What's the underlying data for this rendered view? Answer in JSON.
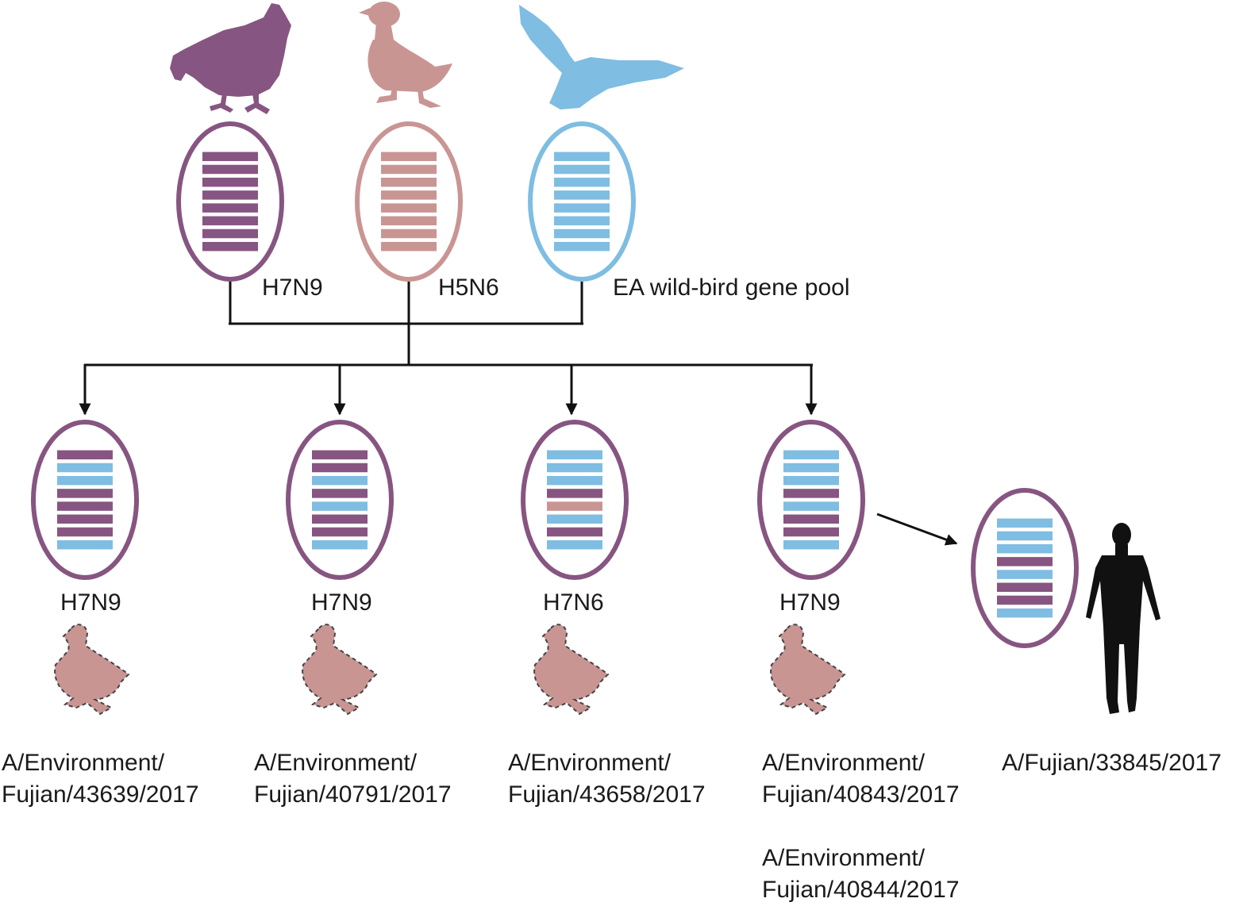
{
  "colors": {
    "chicken": "#875581",
    "duck": "#c99593",
    "wildbird": "#7fbde2",
    "human": "#111111",
    "line": "#111111"
  },
  "sources": [
    {
      "id": "chicken",
      "animal_icon": "chicken-icon",
      "label": "H7N9",
      "segments": [
        "chicken",
        "chicken",
        "chicken",
        "chicken",
        "chicken",
        "chicken",
        "chicken",
        "chicken"
      ]
    },
    {
      "id": "duck",
      "animal_icon": "duck-icon",
      "label": "H5N6",
      "segments": [
        "duck",
        "duck",
        "duck",
        "duck",
        "duck",
        "duck",
        "duck",
        "duck"
      ]
    },
    {
      "id": "wildbird",
      "animal_icon": "wild-bird-icon",
      "label": "EA wild-bird gene pool",
      "segments": [
        "wildbird",
        "wildbird",
        "wildbird",
        "wildbird",
        "wildbird",
        "wildbird",
        "wildbird",
        "wildbird"
      ]
    }
  ],
  "reassortants": [
    {
      "label": "H7N9",
      "segments": [
        "chicken",
        "wildbird",
        "wildbird",
        "chicken",
        "chicken",
        "chicken",
        "chicken",
        "wildbird"
      ],
      "strains": [
        "A/Environment/\nFujian/43639/2017"
      ]
    },
    {
      "label": "H7N9",
      "segments": [
        "chicken",
        "chicken",
        "wildbird",
        "chicken",
        "wildbird",
        "chicken",
        "chicken",
        "wildbird"
      ],
      "strains": [
        "A/Environment/\nFujian/40791/2017"
      ]
    },
    {
      "label": "H7N6",
      "segments": [
        "wildbird",
        "wildbird",
        "wildbird",
        "chicken",
        "duck",
        "wildbird",
        "chicken",
        "wildbird"
      ],
      "strains": [
        "A/Environment/\nFujian/43658/2017"
      ]
    },
    {
      "label": "H7N9",
      "segments": [
        "wildbird",
        "wildbird",
        "wildbird",
        "chicken",
        "wildbird",
        "chicken",
        "chicken",
        "wildbird"
      ],
      "strains": [
        "A/Environment/\nFujian/40843/2017",
        "A/Environment/\nFujian/40844/2017"
      ]
    }
  ],
  "human_case": {
    "animal_icon": "human-icon",
    "segments": [
      "wildbird",
      "wildbird",
      "wildbird",
      "chicken",
      "wildbird",
      "chicken",
      "chicken",
      "wildbird"
    ],
    "strain": "A/Fujian/33845/2017"
  }
}
